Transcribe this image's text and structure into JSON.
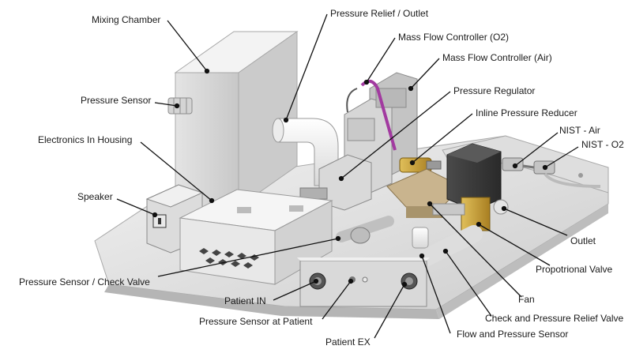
{
  "labels": {
    "mixing_chamber": "Mixing Chamber",
    "pressure_relief_outlet": "Pressure Relief / Outlet",
    "mfc_o2": "Mass Flow Controller (O2)",
    "mfc_air": "Mass Flow Controller (Air)",
    "pressure_sensor": "Pressure Sensor",
    "pressure_regulator": "Pressure Regulator",
    "inline_pressure_reducer": "Inline Pressure Reducer",
    "electronics_housing": "Electronics In Housing",
    "nist_air": "NIST - Air",
    "nist_o2": "NIST - O2",
    "speaker": "Speaker",
    "outlet": "Outlet",
    "pressure_sensor_check_valve": "Pressure Sensor / Check Valve",
    "proportional_valve": "Propotrional Valve",
    "patient_in": "Patient IN",
    "fan": "Fan",
    "check_pressure_relief_valve": "Check and Pressure Relief Valve",
    "pressure_sensor_patient": "Pressure Sensor at Patient",
    "flow_pressure_sensor": "Flow and Pressure Sensor",
    "patient_ex": "Patient EX"
  },
  "colors": {
    "metal_light": "#e6e6e6",
    "metal_mid": "#cfcfcf",
    "metal_dark": "#9c9c9c",
    "brass": "#c9a13a",
    "tube_purple": "#a23aa0",
    "valve_dark": "#3a3a3a",
    "leader": "#111111"
  }
}
